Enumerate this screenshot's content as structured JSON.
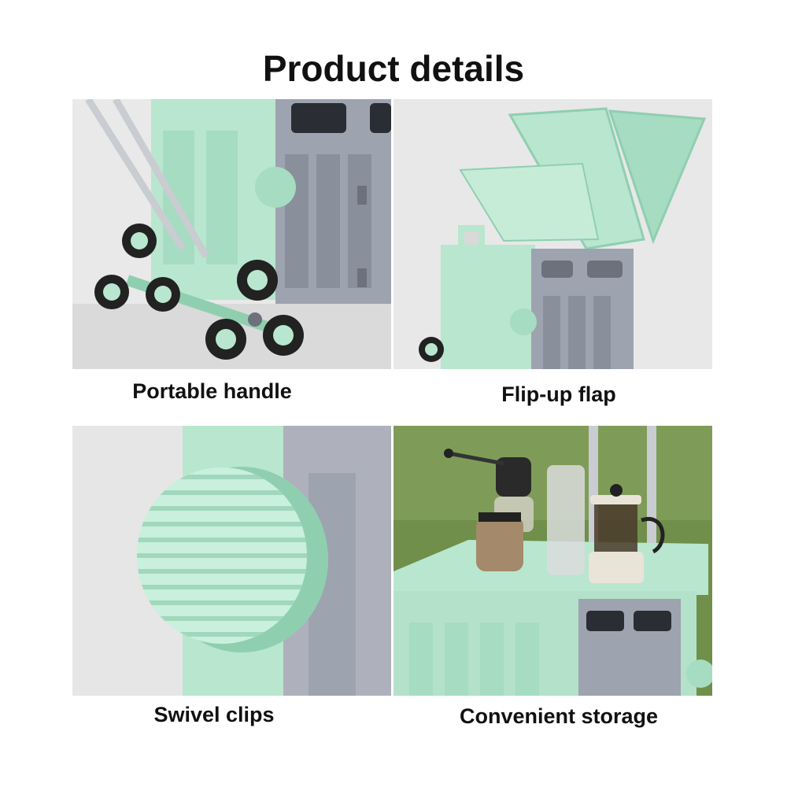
{
  "page": {
    "title": "Product details"
  },
  "panels": [
    {
      "caption": "Portable handle",
      "image": "cart-handle-wheels"
    },
    {
      "caption": "Flip-up flap",
      "image": "cart-open-lid"
    },
    {
      "caption": "Swivel clips",
      "image": "swivel-clip-closeup"
    },
    {
      "caption": "Convenient storage",
      "image": "cart-outdoor-table"
    }
  ],
  "colors": {
    "mint": "#b9e6cf",
    "mint_dark": "#8fcfb0",
    "gray": "#9ea3b0",
    "gray_dark": "#7f8491",
    "background": "#e8e8e8",
    "grass": "#6f8f4a"
  }
}
